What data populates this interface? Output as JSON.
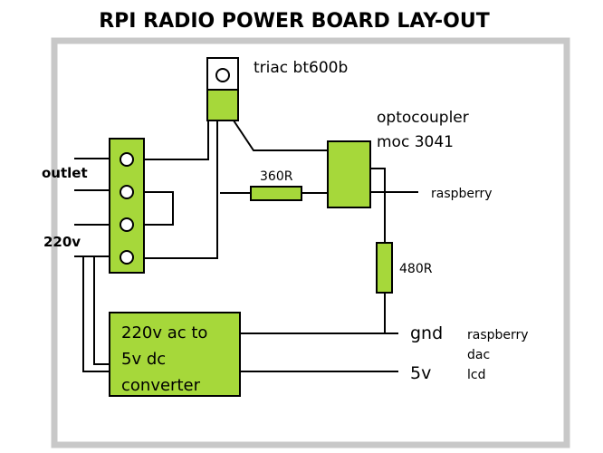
{
  "title": "RPI RADIO POWER BOARD LAY-OUT",
  "components": {
    "triac": "triac bt600b",
    "optocoupler_line1": "optocoupler",
    "optocoupler_line2": "moc 3041",
    "resistor_1": "360R",
    "resistor_2": "480R",
    "converter_line1": "220v ac to",
    "converter_line2": "5v dc",
    "converter_line3": "converter"
  },
  "labels": {
    "outlet": "outlet",
    "mains": "220v",
    "raspberry_signal": "raspberry",
    "gnd": "gnd",
    "five_v": "5v",
    "device_1": "raspberry",
    "device_2": "dac",
    "device_3": "lcd"
  },
  "colors": {
    "component_fill": "#a6d83a",
    "board_border": "#c8c8c8",
    "wire": "#000000"
  }
}
